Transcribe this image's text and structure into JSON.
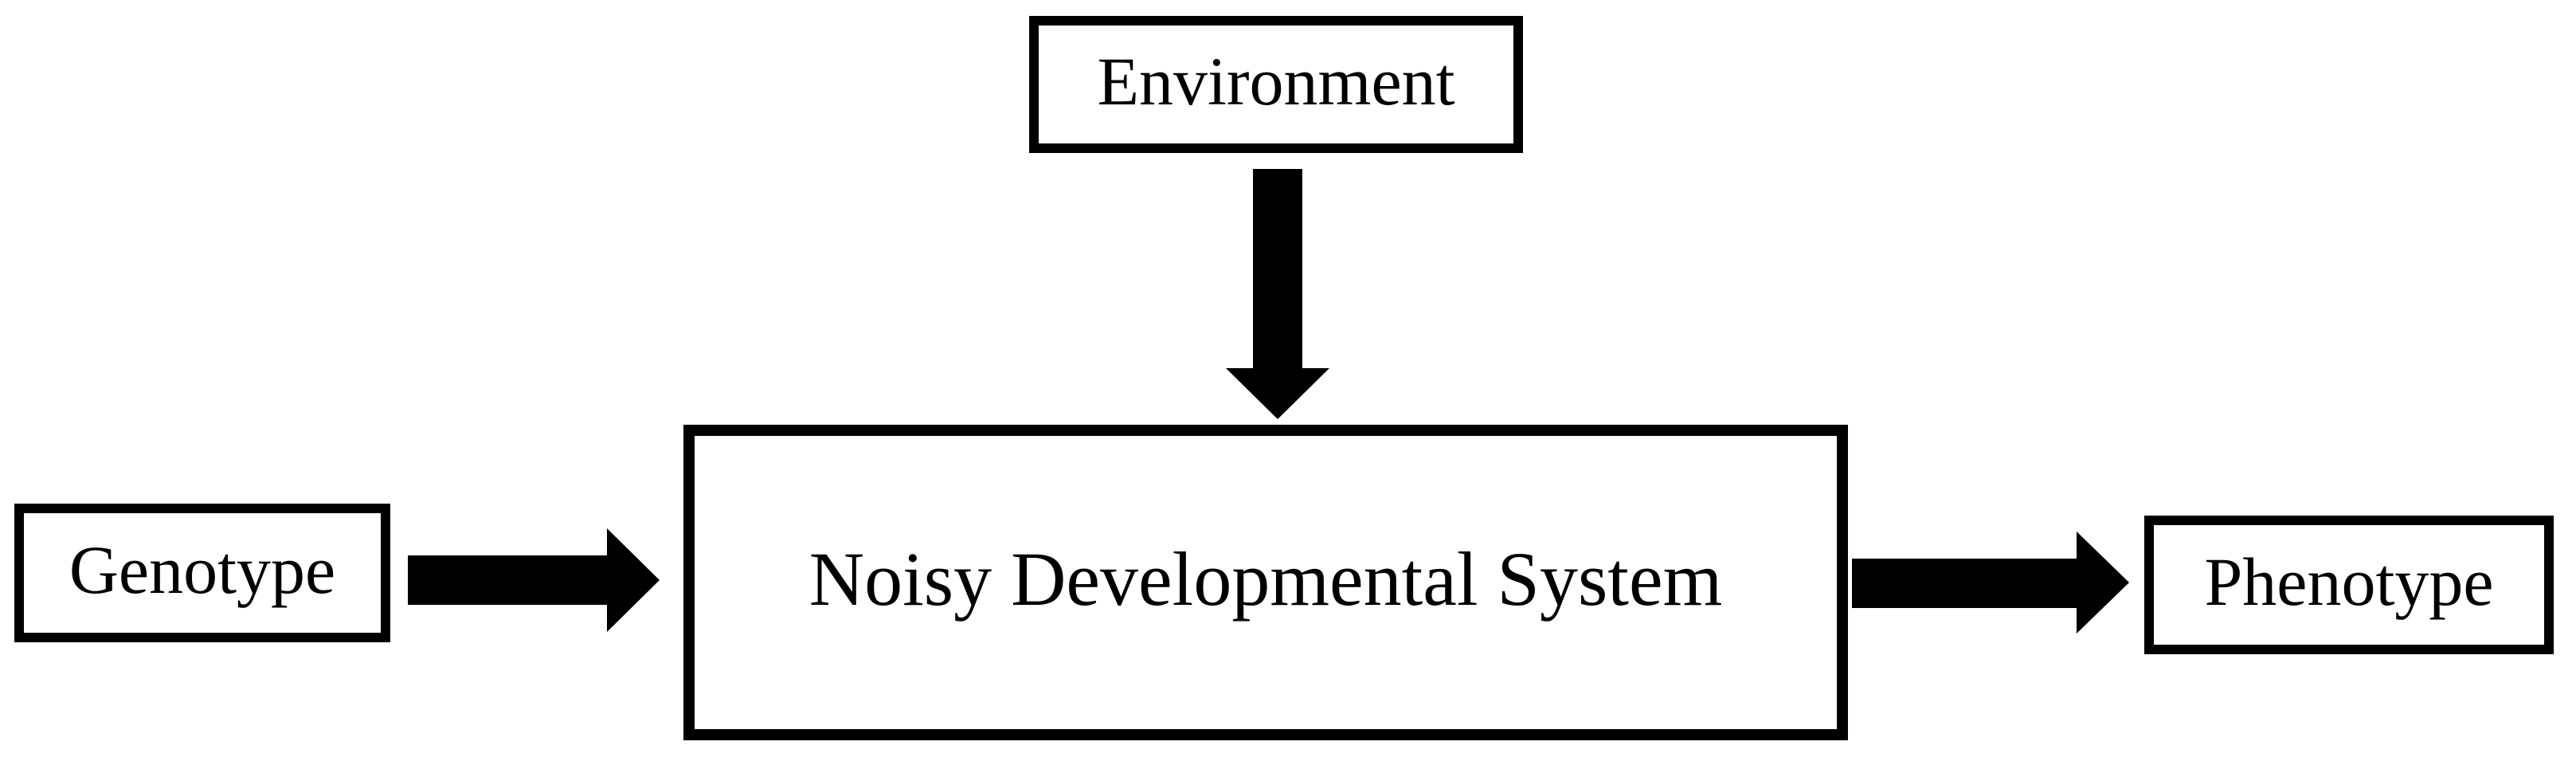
{
  "diagram": {
    "title": "Genotype–Environment–Phenotype developmental system diagram",
    "background_color": "#ffffff",
    "line_color": "#000000",
    "node_fill_color": "#ffffff",
    "text_color": "#000000",
    "nodes": {
      "environment": {
        "label": "Environment"
      },
      "genotype": {
        "label": "Genotype"
      },
      "system": {
        "label": "Noisy Developmental System"
      },
      "phenotype": {
        "label": "Phenotype"
      }
    },
    "edges": [
      {
        "id": "environment-to-system",
        "from": "Environment",
        "to": "Noisy Developmental System",
        "direction": "down"
      },
      {
        "id": "genotype-to-system",
        "from": "Genotype",
        "to": "Noisy Developmental System",
        "direction": "right"
      },
      {
        "id": "system-to-phenotype",
        "from": "Noisy Developmental System",
        "to": "Phenotype",
        "direction": "right"
      }
    ]
  }
}
